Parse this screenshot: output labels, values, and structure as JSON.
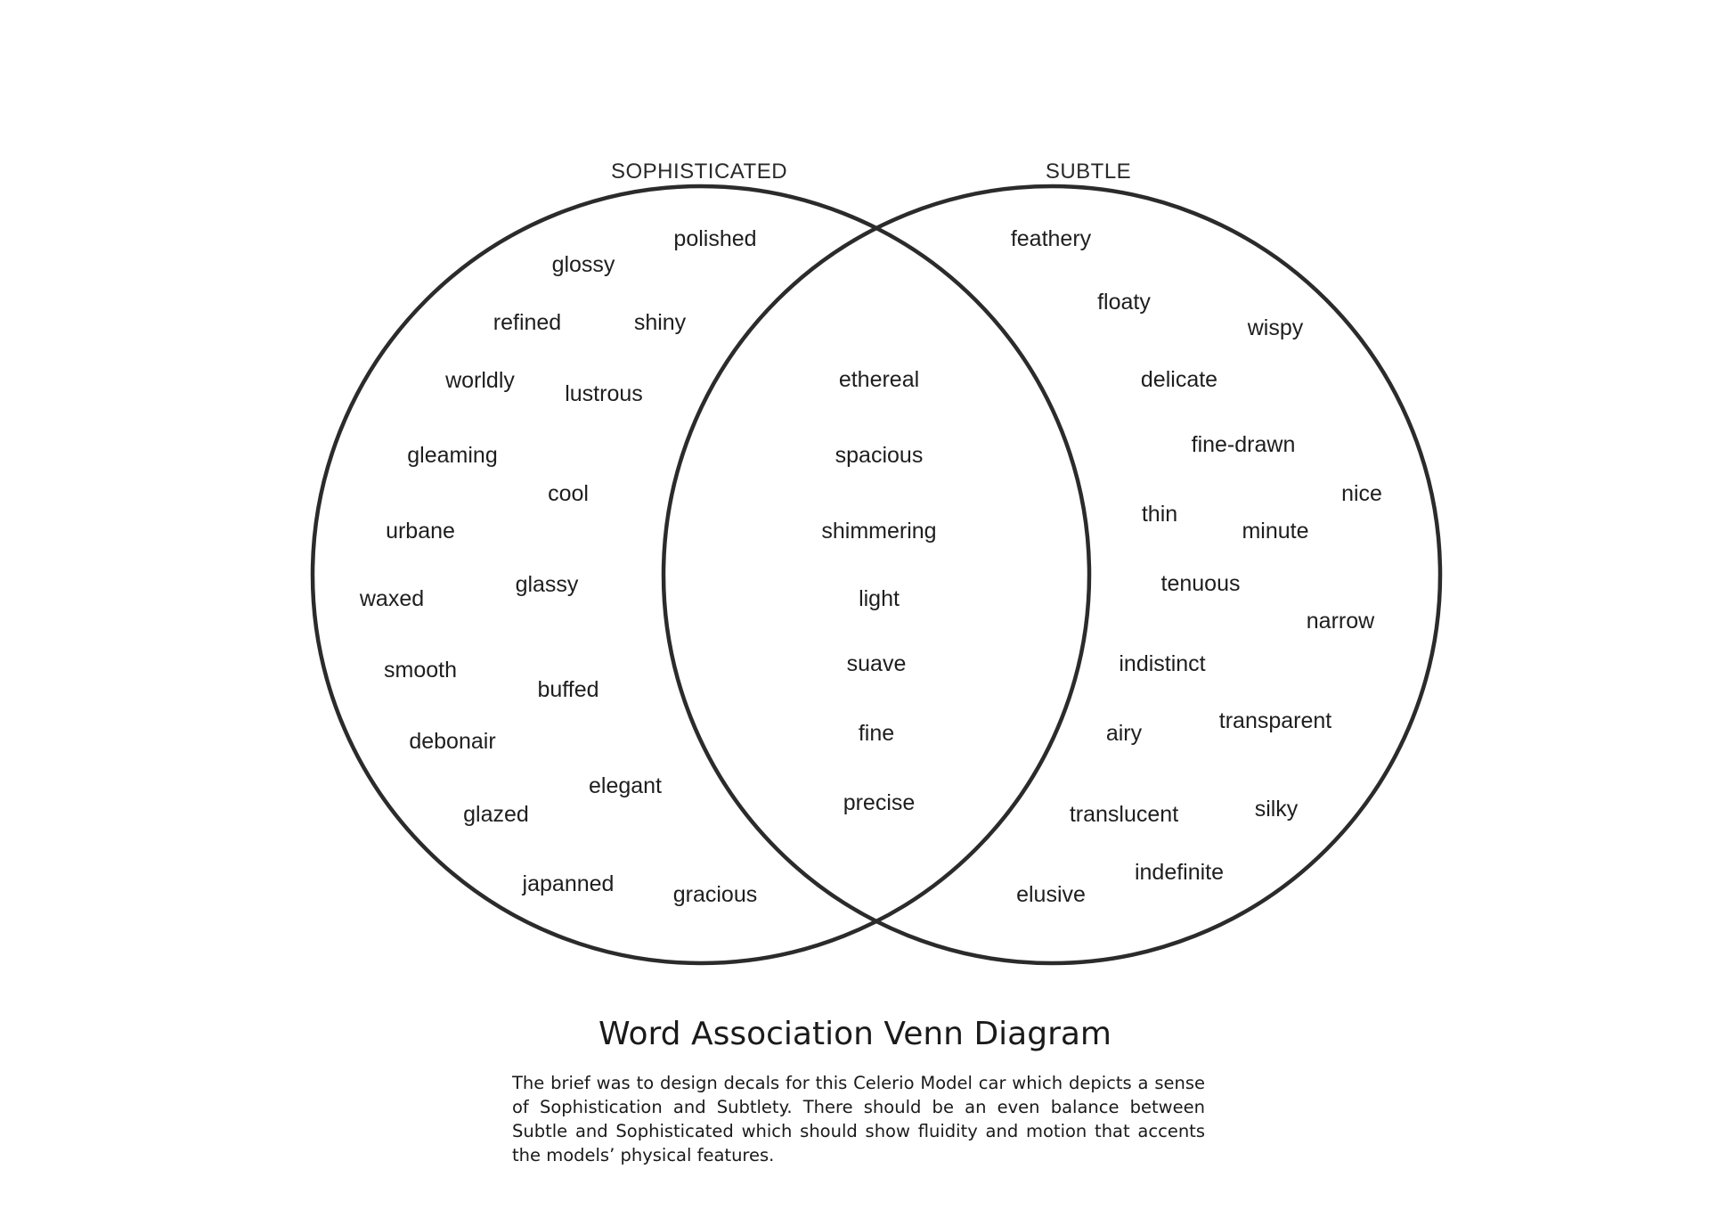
{
  "sets": {
    "left": {
      "label": "SOPHISTICATED"
    },
    "right": {
      "label": "SUBTLE"
    }
  },
  "words": {
    "left_only": [
      "polished",
      "glossy",
      "refined",
      "shiny",
      "worldly",
      "lustrous",
      "gleaming",
      "cool",
      "urbane",
      "waxed",
      "glassy",
      "smooth",
      "buffed",
      "debonair",
      "elegant",
      "glazed",
      "japanned",
      "gracious"
    ],
    "intersection": [
      "ethereal",
      "spacious",
      "shimmering",
      "light",
      "suave",
      "fine",
      "precise"
    ],
    "right_only": [
      "feathery",
      "floaty",
      "wispy",
      "delicate",
      "fine-drawn",
      "nice",
      "thin",
      "minute",
      "tenuous",
      "narrow",
      "indistinct",
      "airy",
      "transparent",
      "translucent",
      "silky",
      "elusive",
      "indefinite"
    ]
  },
  "caption": {
    "title": "Word Association Venn Diagram",
    "body": "The brief was to design decals for this Celerio Model car which depicts a sense of Sophistication and Subtlety. There should be an even balance between Subtle and Sophisticated which should show fluidity and motion that accents the models’ physical features."
  },
  "colors": {
    "stroke": "#2b2b2b",
    "text": "#1e1e1e",
    "background": "#ffffff"
  }
}
